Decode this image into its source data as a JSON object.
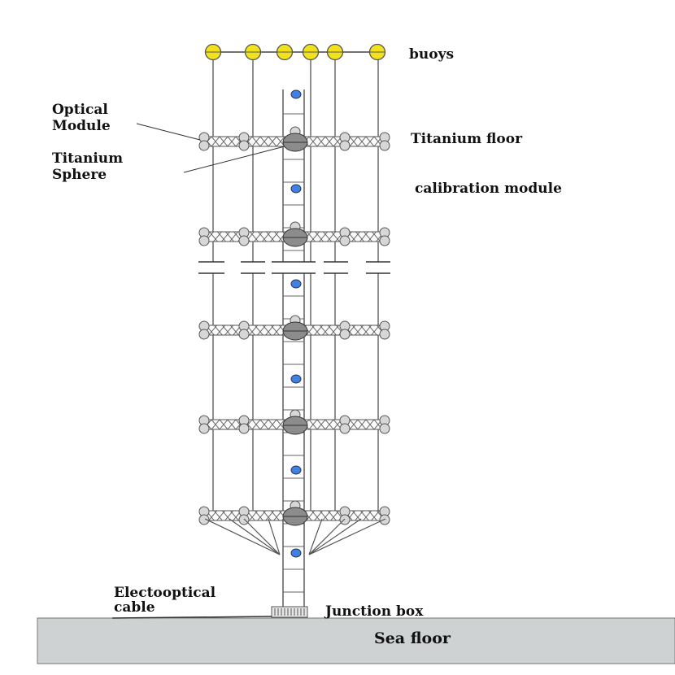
{
  "labels": {
    "buoys": "buoys",
    "optical_module": [
      "Optical",
      "Module"
    ],
    "titanium_sphere": [
      "Titanium",
      "Sphere"
    ],
    "titanium_floor": "Titanium floor",
    "calibration_module": "calibration module",
    "electrooptical_cable": [
      "Electooptical",
      "cable"
    ],
    "junction_box": "Junction box",
    "sea_floor": "Sea floor"
  },
  "colors": {
    "buoy": "#f2e21c",
    "calibration_module": "#3f82e6",
    "sea_floor": "#cfd2d2",
    "line": "#555555"
  }
}
